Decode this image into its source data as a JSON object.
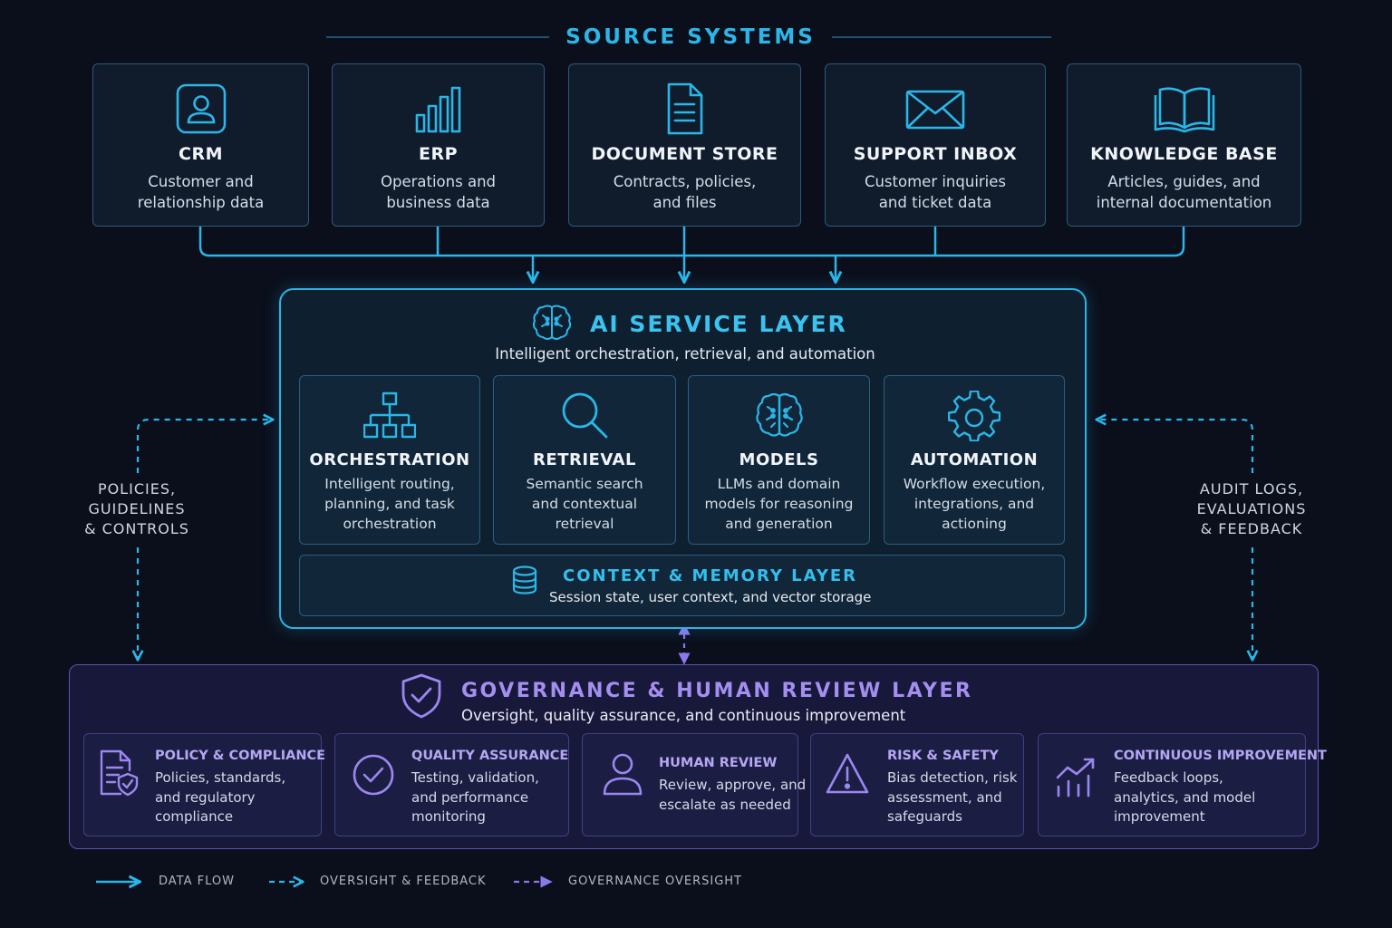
{
  "colors": {
    "cyan": "#2bb6e8",
    "purple": "#8c78ea",
    "background": "#0b0f1c"
  },
  "source_systems": {
    "title": "SOURCE SYSTEMS",
    "items": [
      {
        "icon": "user-icon",
        "title": "CRM",
        "desc": [
          "Customer and",
          "relationship data"
        ]
      },
      {
        "icon": "bar-chart-icon",
        "title": "ERP",
        "desc": [
          "Operations and",
          "business data"
        ]
      },
      {
        "icon": "document-icon",
        "title": "DOCUMENT STORE",
        "desc": [
          "Contracts, policies,",
          "and files"
        ]
      },
      {
        "icon": "envelope-icon",
        "title": "SUPPORT INBOX",
        "desc": [
          "Customer inquiries",
          "and ticket data"
        ]
      },
      {
        "icon": "open-book-icon",
        "title": "KNOWLEDGE BASE",
        "desc": [
          "Articles, guides, and",
          "internal documentation"
        ]
      }
    ]
  },
  "ai_layer": {
    "icon": "brain-icon",
    "title": "AI SERVICE LAYER",
    "subtitle": "Intelligent orchestration, retrieval, and automation",
    "components": [
      {
        "icon": "hierarchy-icon",
        "title": "ORCHESTRATION",
        "desc": [
          "Intelligent routing,",
          "planning, and task",
          "orchestration"
        ]
      },
      {
        "icon": "magnifier-icon",
        "title": "RETRIEVAL",
        "desc": [
          "Semantic search",
          "and contextual",
          "retrieval"
        ]
      },
      {
        "icon": "brain-icon",
        "title": "MODELS",
        "desc": [
          "LLMs and domain",
          "models for reasoning",
          "and generation"
        ]
      },
      {
        "icon": "gear-icon",
        "title": "AUTOMATION",
        "desc": [
          "Workflow execution,",
          "integrations, and",
          "actioning"
        ]
      }
    ],
    "context": {
      "icon": "database-icon",
      "title": "CONTEXT & MEMORY LAYER",
      "subtitle": "Session state, user context, and vector storage"
    }
  },
  "side_labels": {
    "left": [
      "POLICIES,",
      "GUIDELINES",
      "& CONTROLS"
    ],
    "right": [
      "AUDIT LOGS,",
      "EVALUATIONS",
      "& FEEDBACK"
    ]
  },
  "governance": {
    "icon": "shield-check-icon",
    "title": "GOVERNANCE & HUMAN REVIEW LAYER",
    "subtitle": "Oversight, quality assurance, and continuous improvement",
    "items": [
      {
        "icon": "policy-document-icon",
        "title": "POLICY & COMPLIANCE",
        "desc": [
          "Policies, standards,",
          "and regulatory",
          "compliance"
        ]
      },
      {
        "icon": "check-circle-icon",
        "title": "QUALITY ASSURANCE",
        "desc": [
          "Testing, validation,",
          "and performance",
          "monitoring"
        ]
      },
      {
        "icon": "person-icon",
        "title": "HUMAN REVIEW",
        "desc": [
          "Review, approve, and",
          "escalate as needed"
        ]
      },
      {
        "icon": "warning-triangle-icon",
        "title": "RISK & SAFETY",
        "desc": [
          "Bias detection, risk",
          "assessment, and",
          "safeguards"
        ]
      },
      {
        "icon": "trend-chart-icon",
        "title": "CONTINUOUS IMPROVEMENT",
        "desc": [
          "Feedback loops,",
          "analytics, and model",
          "improvement"
        ]
      }
    ]
  },
  "legend": [
    {
      "style": "solid",
      "label": "DATA FLOW"
    },
    {
      "style": "dashed-cyan",
      "label": "OVERSIGHT & FEEDBACK"
    },
    {
      "style": "dashed-purple",
      "label": "GOVERNANCE OVERSIGHT"
    }
  ]
}
